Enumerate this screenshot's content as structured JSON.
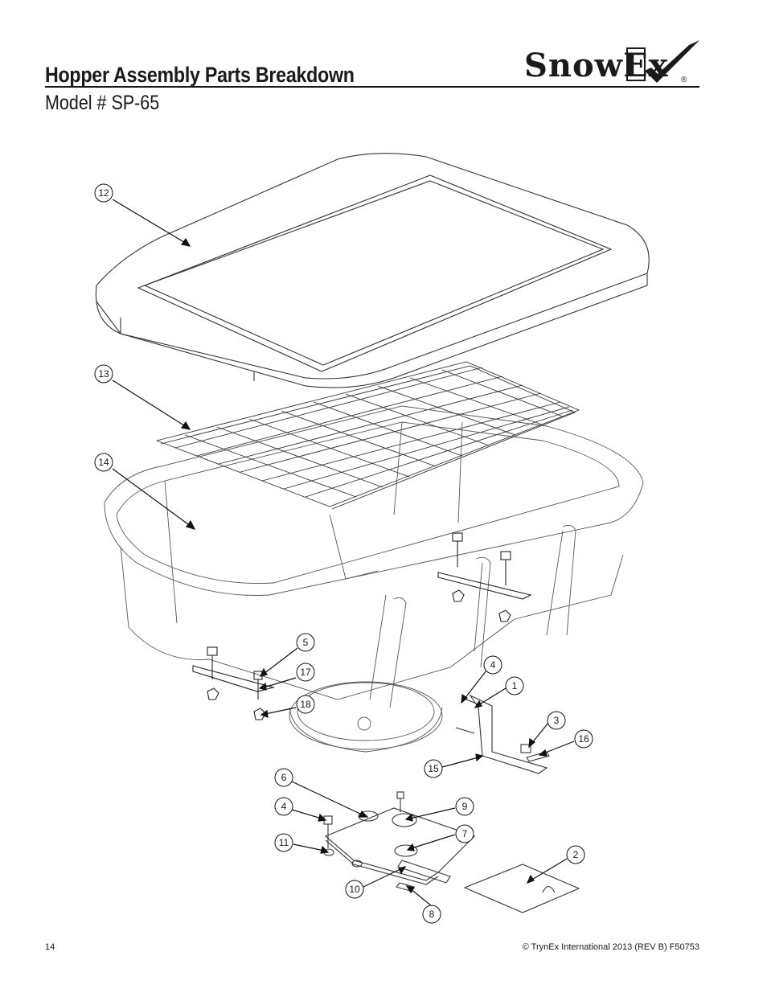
{
  "header": {
    "title": "Hopper Assembly Parts Breakdown",
    "subtitle": "Model # SP-65",
    "logo_text": "SnowEx",
    "logo_registered": "®"
  },
  "callouts": [
    "12",
    "13",
    "14",
    "5",
    "17",
    "18",
    "4",
    "1",
    "3",
    "16",
    "15",
    "6",
    "4",
    "9",
    "7",
    "11",
    "2",
    "10",
    "8"
  ],
  "footer": {
    "page_number": "14",
    "copyright": "© TrynEx International 2013 (REV B) F50753"
  }
}
